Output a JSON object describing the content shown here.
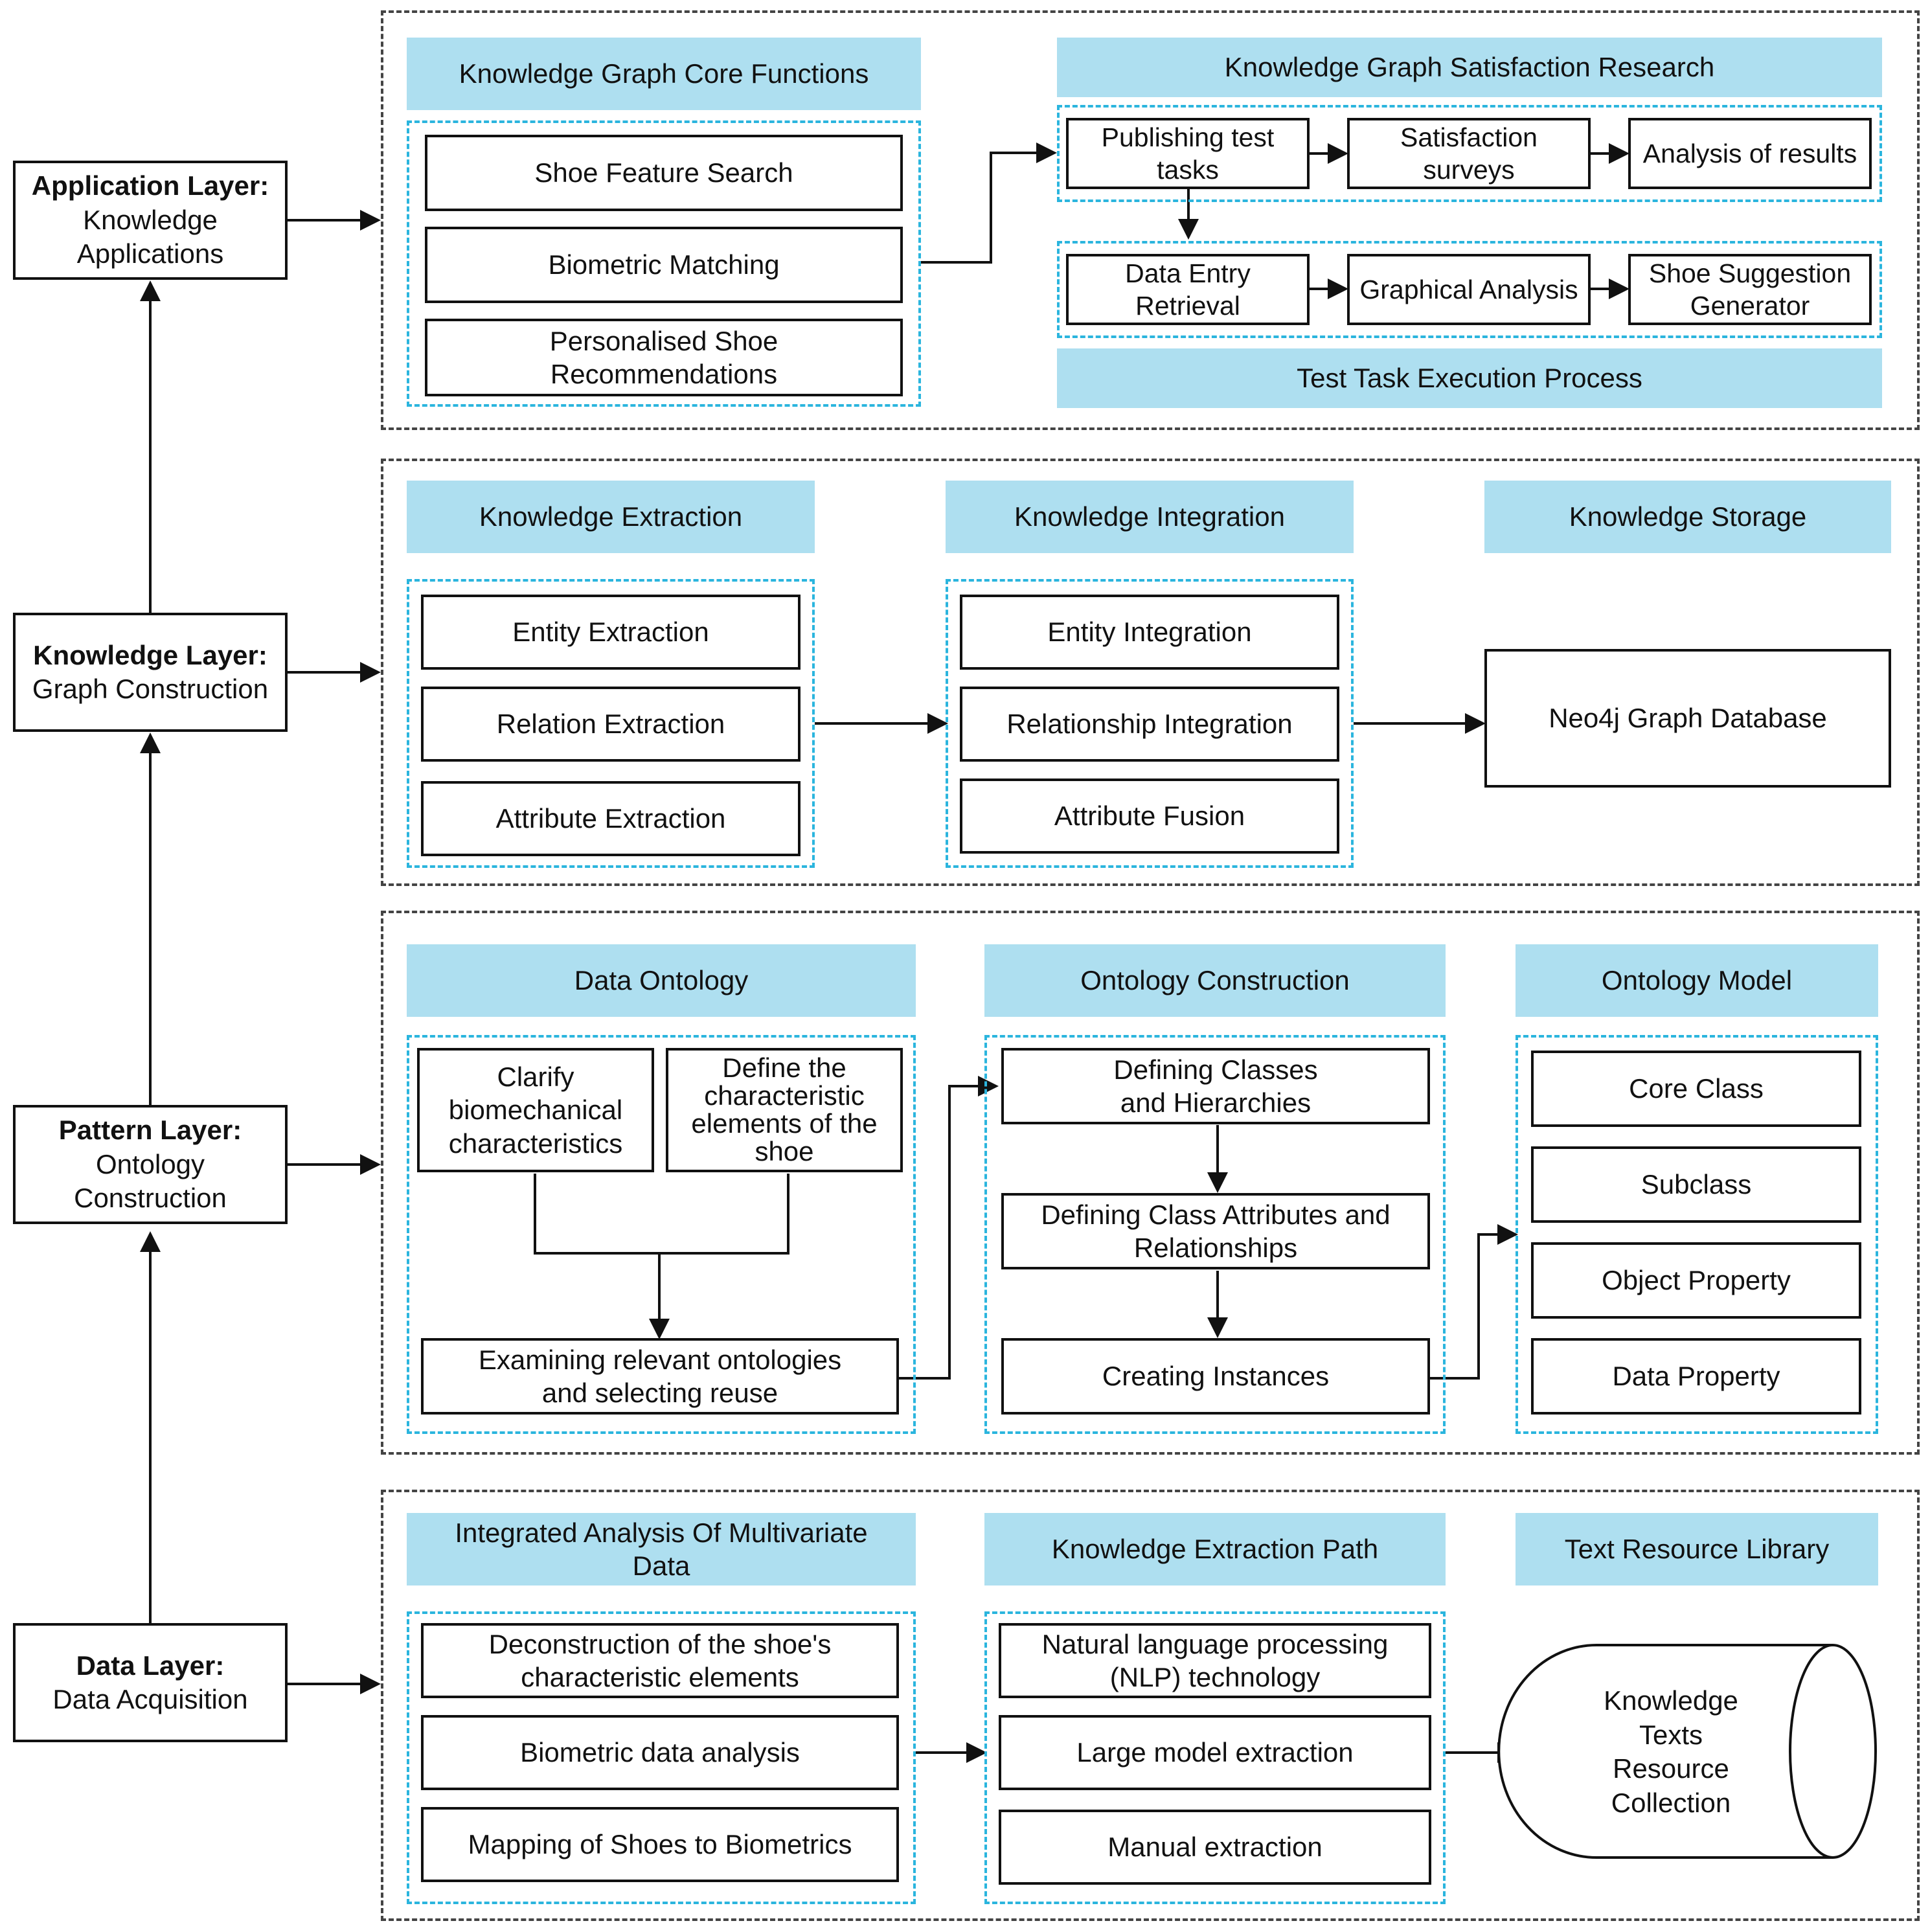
{
  "layers": {
    "application": {
      "title": "Application Layer:",
      "subtitle": "Knowledge Applications"
    },
    "knowledge": {
      "title": "Knowledge Layer:",
      "subtitle": "Graph Construction"
    },
    "pattern": {
      "title": "Pattern Layer:",
      "subtitle": "Ontology Construction"
    },
    "data": {
      "title": "Data Layer:",
      "subtitle": "Data Acquisition"
    }
  },
  "application_section": {
    "core_functions": {
      "heading": "Knowledge Graph Core Functions",
      "items": [
        "Shoe Feature Search",
        "Biometric Matching",
        "Personalised Shoe Recommendations"
      ]
    },
    "satisfaction_research": {
      "heading": "Knowledge Graph Satisfaction Research",
      "row1": [
        "Publishing test tasks",
        "Satisfaction surveys",
        "Analysis of results"
      ],
      "row2": [
        "Data Entry Retrieval",
        "Graphical Analysis",
        "Shoe Suggestion Generator"
      ],
      "footer": "Test Task Execution Process"
    }
  },
  "knowledge_section": {
    "extraction": {
      "heading": "Knowledge Extraction",
      "items": [
        "Entity Extraction",
        "Relation Extraction",
        "Attribute Extraction"
      ]
    },
    "integration": {
      "heading": "Knowledge Integration",
      "items": [
        "Entity Integration",
        "Relationship Integration",
        "Attribute Fusion"
      ]
    },
    "storage": {
      "heading": "Knowledge Storage",
      "item": "Neo4j Graph Database"
    }
  },
  "pattern_section": {
    "data_ontology": {
      "heading": "Data Ontology",
      "clarify": "Clarify biomechanical characteristics",
      "define": "Define the characteristic elements of the shoe",
      "examine": "Examining relevant ontologies and selecting reuse"
    },
    "ontology_construction": {
      "heading": "Ontology Construction",
      "items": [
        "Defining Classes and Hierarchies",
        "Defining Class Attributes and Relationships",
        "Creating Instances"
      ]
    },
    "ontology_model": {
      "heading": "Ontology Model",
      "items": [
        "Core Class",
        "Subclass",
        "Object Property",
        "Data Property"
      ]
    }
  },
  "data_section": {
    "integrated_analysis": {
      "heading": "Integrated Analysis Of Multivariate Data",
      "items": [
        "Deconstruction of the shoe's characteristic elements",
        "Biometric data analysis",
        "Mapping of Shoes to Biometrics"
      ]
    },
    "extraction_path": {
      "heading": "Knowledge Extraction Path",
      "items": [
        "Natural language processing (NLP) technology",
        "Large model extraction",
        "Manual extraction"
      ]
    },
    "text_library": {
      "heading": "Text Resource Library",
      "cylinder": "Knowledge\nTexts\nResource\nCollection"
    }
  },
  "colors": {
    "heading_fill": "#aedff0",
    "group_dash": "#2bb5de",
    "outer_dash": "#444444",
    "stroke": "#111111"
  }
}
